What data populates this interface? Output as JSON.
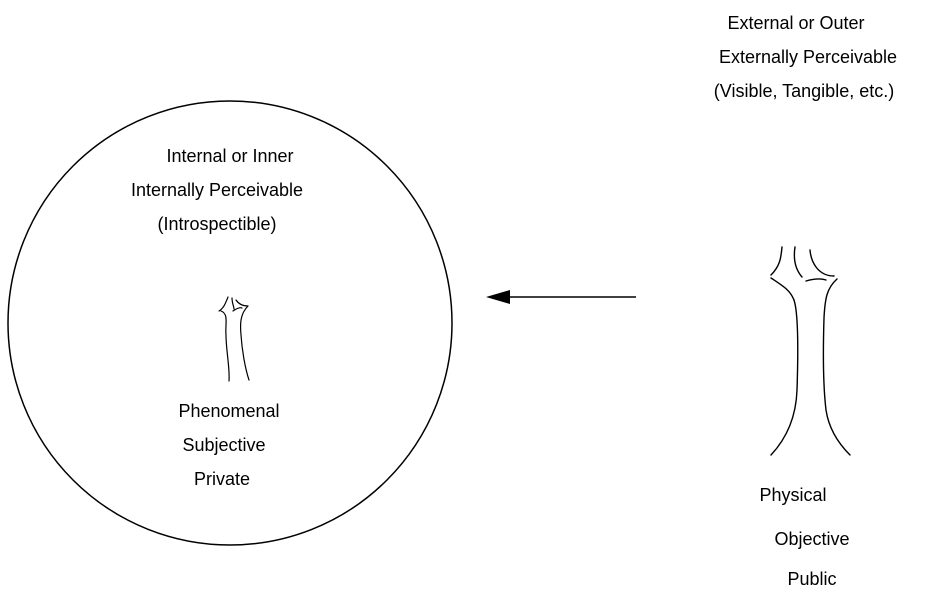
{
  "external_labels": {
    "line1": "External or Outer",
    "line2": "Externally Perceivable",
    "line3": "(Visible, Tangible, etc.)"
  },
  "internal_labels": {
    "line1": "Internal or Inner",
    "line2": "Internally Perceivable",
    "line3": "(Introspectible)"
  },
  "inner_tree_labels": {
    "line1": "Phenomenal",
    "line2": "Subjective",
    "line3": "Private"
  },
  "outer_tree_labels": {
    "line1": "Physical",
    "line2": "Objective",
    "line3": "Public"
  },
  "colors": {
    "stroke": "#000000",
    "background": "#ffffff"
  }
}
